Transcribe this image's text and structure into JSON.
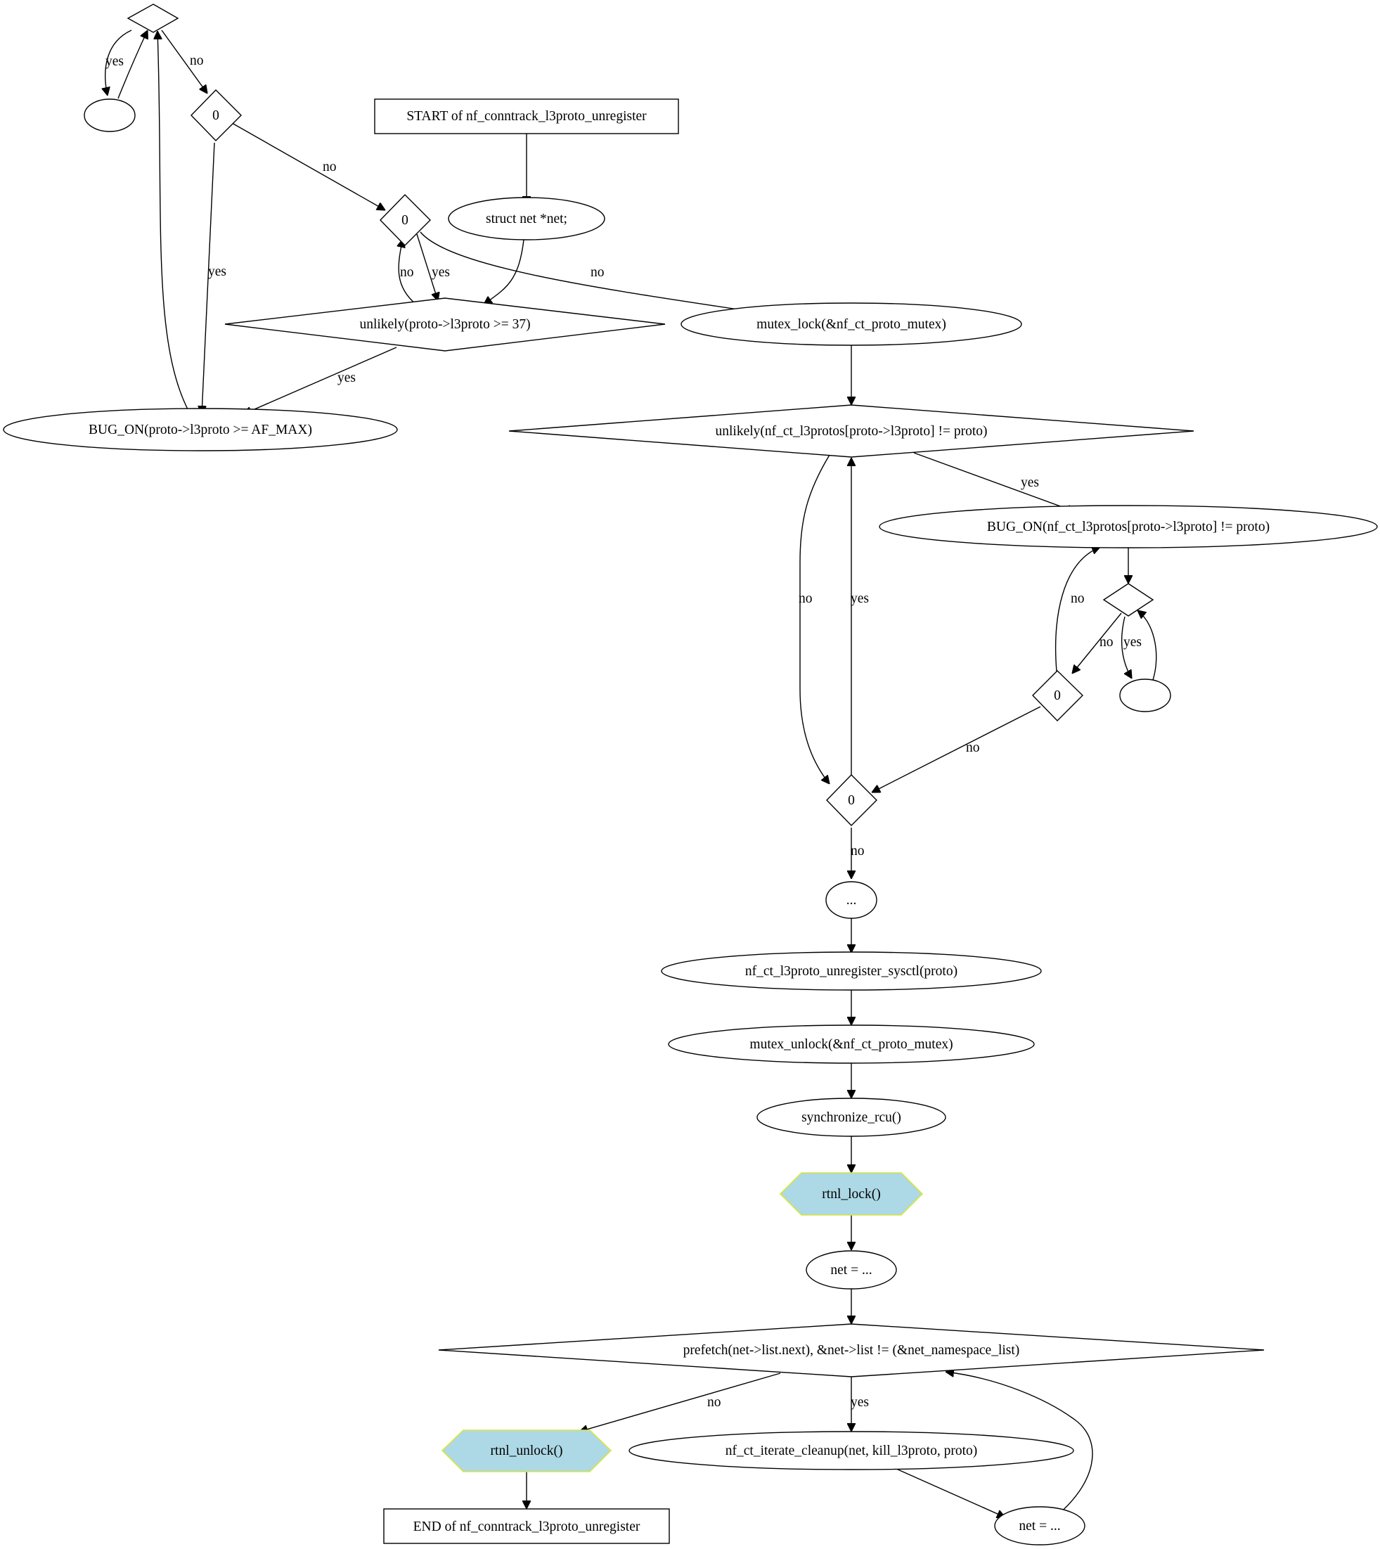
{
  "nodes": {
    "top_diamond": "",
    "top_circle": "",
    "zero_1": "0",
    "start": "START of nf_conntrack_l3proto_unregister",
    "zero_2": "0",
    "struct_net": "struct net *net;",
    "cond_l3proto": "unlikely(proto->l3proto >= 37)",
    "mutex_lock": "mutex_lock(&nf_ct_proto_mutex)",
    "bug_on_max": "BUG_ON(proto->l3proto >= AF_MAX)",
    "cond_protos": "unlikely(nf_ct_l3protos[proto->l3proto] != proto)",
    "bug_on_protos": "BUG_ON(nf_ct_l3protos[proto->l3proto] != proto)",
    "right_diamond": "",
    "right_circle": "",
    "zero_3": "0",
    "zero_4": "0",
    "ellipsis": "...",
    "unregister_sysctl": "nf_ct_l3proto_unregister_sysctl(proto)",
    "mutex_unlock": "mutex_unlock(&nf_ct_proto_mutex)",
    "synchronize": "synchronize_rcu()",
    "rtnl_lock": "rtnl_lock()",
    "net_assign_1": "net = ...",
    "prefetch": "prefetch(net->list.next), &net->list != (&net_namespace_list)",
    "rtnl_unlock": "rtnl_unlock()",
    "iterate_cleanup": "nf_ct_iterate_cleanup(net, kill_l3proto, proto)",
    "end": "END of nf_conntrack_l3proto_unregister",
    "net_assign_2": "net = ..."
  },
  "edges": {
    "e1": "yes",
    "e2": "no",
    "e3": "no",
    "e4": "yes",
    "e5": "no",
    "e6": "yes",
    "e7": "no",
    "e8": "yes",
    "e9": "yes",
    "e10": "no",
    "e11": "yes",
    "e12": "no",
    "e13": "yes",
    "e14": "no",
    "e15": "no",
    "e16": "no",
    "e17": "yes"
  },
  "colors": {
    "highlight_fill": "#add8e6",
    "highlight_stroke": "#d9e63c"
  }
}
